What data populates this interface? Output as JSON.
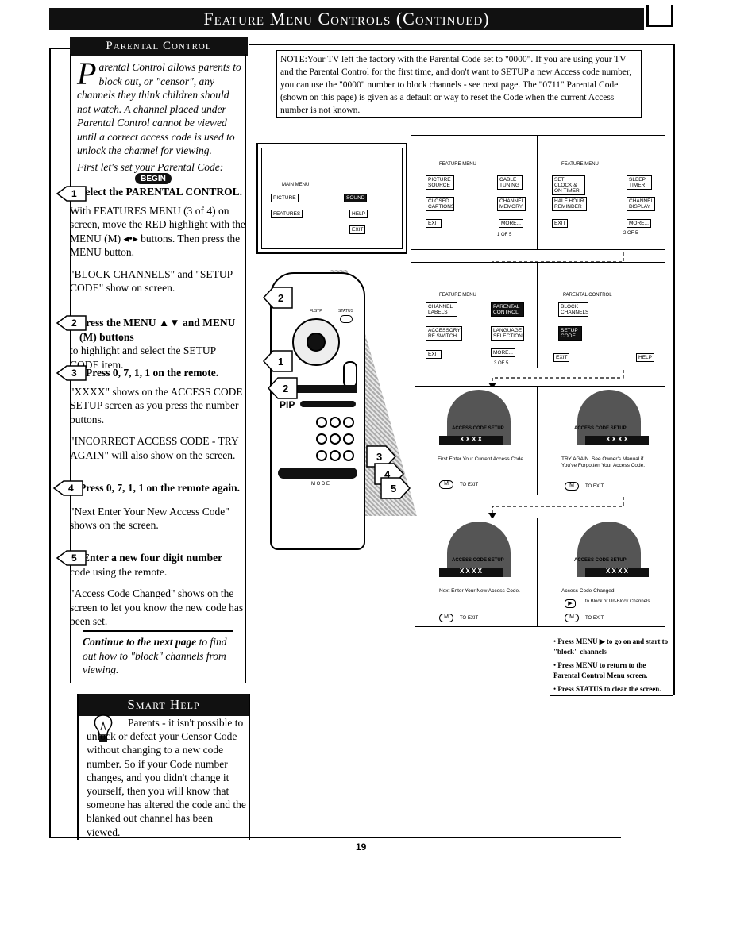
{
  "header": {
    "title": "Feature Menu Controls (Continued)"
  },
  "parental": {
    "heading": "Parental Control",
    "intro_dropcap": "P",
    "intro": "arental Control allows parents to block out, or \"censor\", any channels they think children should not watch. A channel placed under Parental Control cannot be viewed until a correct access code is used to unlock the channel for viewing.",
    "first": "First let's set your Parental Code:",
    "begin": "BEGIN",
    "step1_title": "Select the PARENTAL CONTROL.",
    "step1_text1": "With FEATURES MENU (3 of 4) on screen, move the RED highlight with the MENU (M) ◂•▸ buttons. Then press the MENU button.",
    "step1_text2": "\"BLOCK CHANNELS\" and \"SETUP CODE\" show on screen.",
    "step2_title": "Press the MENU ▲▼ and MENU (M) buttons",
    "step2_text": "to highlight and select the SETUP CODE item.",
    "step3_title": "Press 0, 7, 1, 1 on the remote.",
    "step3_text1": "\"XXXX\" shows on the ACCESS CODE SETUP screen as you press the number buttons.",
    "step3_text2": "\"INCORRECT ACCESS CODE - TRY AGAIN\" will also show on the screen.",
    "step4_title": "Press 0, 7, 1, 1 on the remote again.",
    "step4_text": "\"Next Enter Your New Access Code\" shows on the screen.",
    "step5_title": "Enter a new four digit number",
    "step5_text1": "code using the remote.",
    "step5_text2": "\"Access Code Changed\" shows on the screen to let you know the new code has been set.",
    "continue_bold": "Continue to the next page",
    "continue_rest": "to find out how to \"block\" channels from viewing."
  },
  "smart": {
    "heading": "Smart Help",
    "text": "Parents - it isn't possible to unlock or defeat your Censor Code without changing to a new code number. So if your Code number changes, and you didn't change it yourself, then you will know that someone has altered the code and the blanked out channel has been viewed."
  },
  "note": "NOTE:Your TV left the factory with the Parental Code set to \"0000\". If you are using your TV and the Parental Control for the first time, and don't want to SETUP a new Access code number, you can use the \"0000\" number to block channels - see next page. The \"0711\" Parental Code (shown on this page) is given as a default or way to reset the Code when the current Access number is not known.",
  "screens": {
    "main_menu": "MAIN MENU",
    "picture": "PICTURE",
    "sound": "SOUND",
    "features": "FEATURES",
    "help": "HELP",
    "exit": "EXIT",
    "feature_menu": "FEATURE MENU",
    "picture_source": "PICTURE SOURCE",
    "cable_tuning": "CABLE TUNING",
    "closed_captions": "CLOSED CAPTIONS",
    "channel_memory": "CHANNEL MEMORY",
    "more": "MORE...",
    "page1": "1 OF 5",
    "set_clock": "SET CLOCK & ON TIMER",
    "sleep_timer": "SLEEP TIMER",
    "half_hour": "HALF HOUR REMINDER",
    "channel_display": "CHANNEL DISPLAY",
    "page2": "2 OF 5",
    "channel_labels": "CHANNEL LABELS",
    "parental_control": "PARENTAL CONTROL",
    "accessory": "ACCESSORY RF SWITCH",
    "language": "LANGUAGE SELECTION",
    "page3": "3 OF 5",
    "block_channels": "BLOCK CHANNELS",
    "setup_code": "SETUP CODE",
    "access_code_setup": "ACCESS CODE SETUP",
    "xxxx": "X X X X",
    "first_enter": "First Enter Your Current Access Code.",
    "to_exit": "to EXIT",
    "try_again": "TRY AGAIN. See Owner's Manual if You've Forgotten Your Access Code.",
    "next_enter": "Next Enter Your New Access Code.",
    "code_changed": "Access Code Changed.",
    "to_block": "to Block or Un-Block Channels",
    "m": "M"
  },
  "remote": {
    "flash": "FLSTP",
    "status": "STATUS",
    "pip": "PIP",
    "mode": "M O D E"
  },
  "bullets": [
    "Press MENU ▶ to go on and start to \"block\" channels",
    "Press MENU to return to the Parental Control Menu screen.",
    "Press STATUS to clear the screen."
  ],
  "page_number": "19"
}
